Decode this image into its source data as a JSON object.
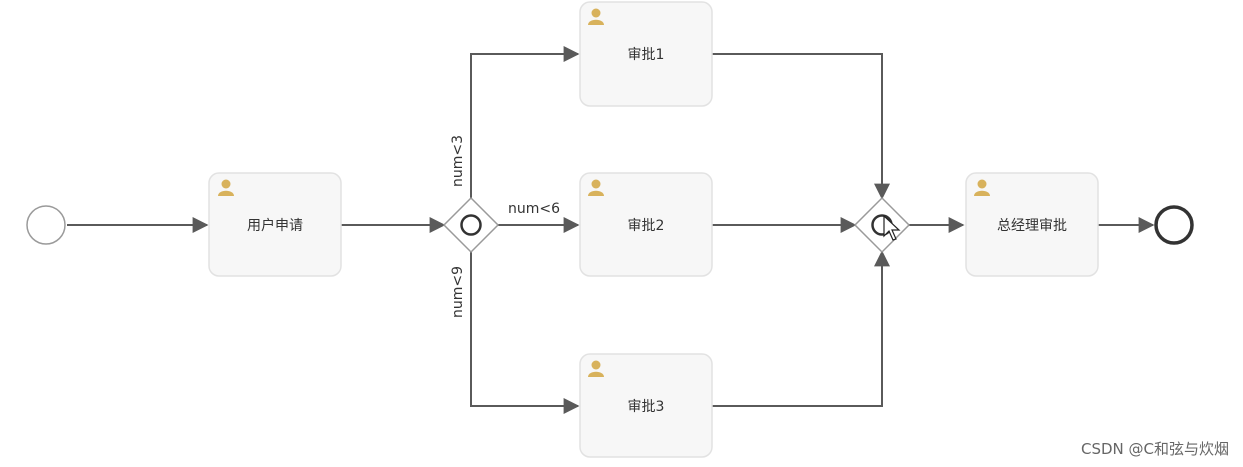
{
  "diagram": {
    "tasks": {
      "apply": "用户申请",
      "approve1": "审批1",
      "approve2": "审批2",
      "approve3": "审批3",
      "gm_approve": "总经理审批"
    },
    "conditions": {
      "c1": "num<3",
      "c2": "num<6",
      "c3": "num<9"
    },
    "icons": {
      "task": "user-icon",
      "split_gateway": "inclusive-gateway-icon",
      "join_gateway": "inclusive-gateway-icon"
    },
    "colors": {
      "task_fill": "#f7f7f7",
      "task_border": "#e2e2e2",
      "user_icon": "#d8b25c",
      "flow": "#5a5a5a"
    }
  },
  "watermark": "CSDN @C和弦与炊烟"
}
